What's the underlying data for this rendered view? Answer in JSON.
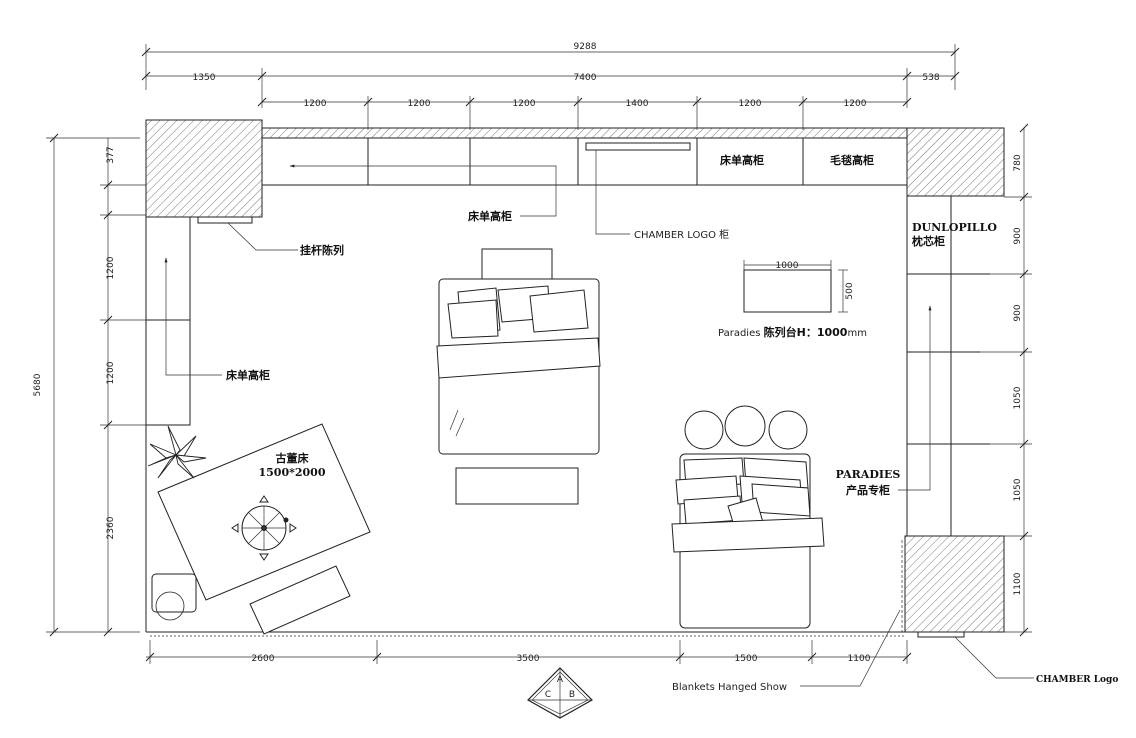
{
  "dimensions": {
    "top_total": "9288",
    "top_segments": [
      "1350",
      "7400",
      "538"
    ],
    "top_cabinets": [
      "1200",
      "1200",
      "1200",
      "1400",
      "1200",
      "1200"
    ],
    "left_total": "5680",
    "left_segments": [
      "377",
      "1200",
      "1200",
      "2360"
    ],
    "right_segments": [
      "780",
      "900",
      "900",
      "1050",
      "1050",
      "1100"
    ],
    "bottom_segments": [
      "2600",
      "3500",
      "1500",
      "1100"
    ],
    "display_table_w": "1000",
    "display_table_h": "500"
  },
  "labels": {
    "cab_bedsheet_1": "床单高柜",
    "cab_blanket": "毛毯高柜",
    "cab_bedsheet_center": "床单高柜",
    "chamber_logo_cab": "CHAMBER LOGO 柜",
    "hanging_rod": "挂杆陈列",
    "cab_bedsheet_left": "床单高柜",
    "dunlopillo_1": "DUNLOPILLO",
    "dunlopillo_2": "枕芯柜",
    "display_table_prefix": "Paradies ",
    "display_table_main": "陈列台H：1000",
    "display_table_unit": "mm",
    "antique_bed_1": "古董床",
    "antique_bed_2": "1500*2000",
    "paradies_1": "PARADIES",
    "paradies_2": "产品专柜",
    "blankets_show": "Blankets Hanged Show",
    "chamber_logo": "CHAMBER Logo"
  },
  "compass": {
    "a": "A",
    "b": "B",
    "c": "C"
  }
}
